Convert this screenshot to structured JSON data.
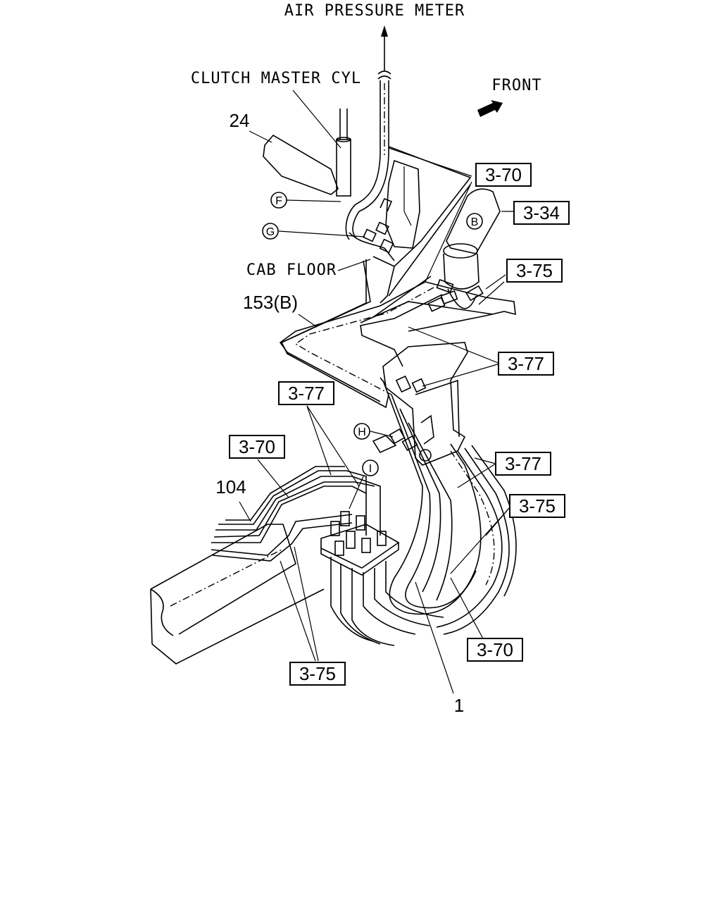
{
  "labels": {
    "air_pressure_meter": "AIR PRESSURE METER",
    "clutch_master_cyl": "CLUTCH MASTER CYL",
    "front": "FRONT",
    "cab_floor": "CAB FLOOR",
    "part_24": "24",
    "part_153b": "153(B)",
    "part_104": "104",
    "part_1": "1"
  },
  "circle_markers": {
    "f": "F",
    "g": "G",
    "b": "B",
    "h": "H",
    "i": "I"
  },
  "ref_boxes": {
    "r370_top": "3-70",
    "r334": "3-34",
    "r375_upper": "3-75",
    "r377_right_upper": "3-77",
    "r377_left": "3-77",
    "r370_left": "3-70",
    "r377_right_mid": "3-77",
    "r375_right": "3-75",
    "r370_bottom": "3-70",
    "r375_bottom": "3-75"
  }
}
